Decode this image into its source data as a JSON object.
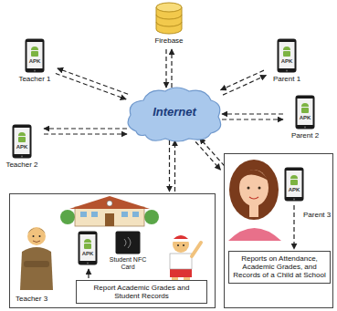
{
  "diagram": {
    "nodes": [
      {
        "text": [
          "Firebase"
        ]
      },
      {
        "text": [
          "APK",
          "Teacher 1"
        ]
      },
      {
        "text": [
          "APK",
          "Parent 1"
        ]
      },
      {
        "text": [
          "APK",
          "Teacher 2"
        ]
      },
      {
        "text": [
          "Internet"
        ]
      },
      {
        "text": [
          "APK",
          "Parent 2"
        ]
      },
      {
        "text": [
          "Teacher 3"
        ]
      },
      {
        "text": [
          "APK"
        ],
        "in": 6
      },
      {
        "text": [
          "Student NFC Card"
        ],
        "in": 6
      },
      {
        "text": [
          "Report Academic Grades and Student Records"
        ],
        "in": 6
      },
      {
        "text": [
          "Parent 3"
        ]
      },
      {
        "text": [
          "APK"
        ],
        "in": 10
      },
      {
        "text": [
          "Reports on Attendance, Academic Grades, and Records of a Child at School"
        ],
        "in": 10
      }
    ],
    "edges": [
      {
        "from": 0,
        "to": 4,
        "arrow": "to"
      },
      {
        "from": 4,
        "to": 0,
        "arrow": "to"
      },
      {
        "from": 1,
        "to": 4,
        "arrow": "to"
      },
      {
        "from": 4,
        "to": 1,
        "arrow": "to"
      },
      {
        "from": 2,
        "to": 4,
        "arrow": "to"
      },
      {
        "from": 4,
        "to": 2,
        "arrow": "to"
      },
      {
        "from": 3,
        "to": 4,
        "arrow": "to"
      },
      {
        "from": 4,
        "to": 3,
        "arrow": "to"
      },
      {
        "from": 5,
        "to": 4,
        "arrow": "to"
      },
      {
        "from": 4,
        "to": 5,
        "arrow": "to"
      },
      {
        "from": 6,
        "to": 4,
        "arrow": "to"
      },
      {
        "from": 4,
        "to": 6,
        "arrow": "to"
      },
      {
        "from": 10,
        "to": 4,
        "arrow": "to"
      },
      {
        "from": 4,
        "to": 10,
        "arrow": "to"
      },
      {
        "from": 9,
        "to": 7,
        "arrow": "to"
      },
      {
        "from": 11,
        "to": 12,
        "arrow": "to"
      }
    ]
  }
}
